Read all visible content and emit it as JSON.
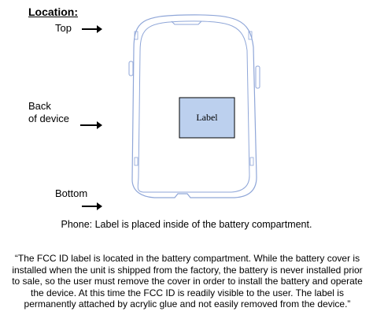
{
  "heading": "Location:",
  "labels": {
    "top": "Top",
    "back_line1": "Back",
    "back_line2": "of device",
    "bottom": "Bottom"
  },
  "device": {
    "label_text": "Label",
    "outline_color": "#8fa6d8",
    "label_fill": "#bcd0ee"
  },
  "phone_caption": "Phone: Label is placed inside of the battery compartment.",
  "quote": "“The FCC ID label is located in the battery compartment. While the battery cover is installed when the unit is shipped from the factory, the battery is never installed prior to sale, so the user must remove the cover in order to install the battery and operate the device. At this time the FCC ID is readily visible to the user.  The label is permanently attached by acrylic glue and not easily removed from the device.”"
}
